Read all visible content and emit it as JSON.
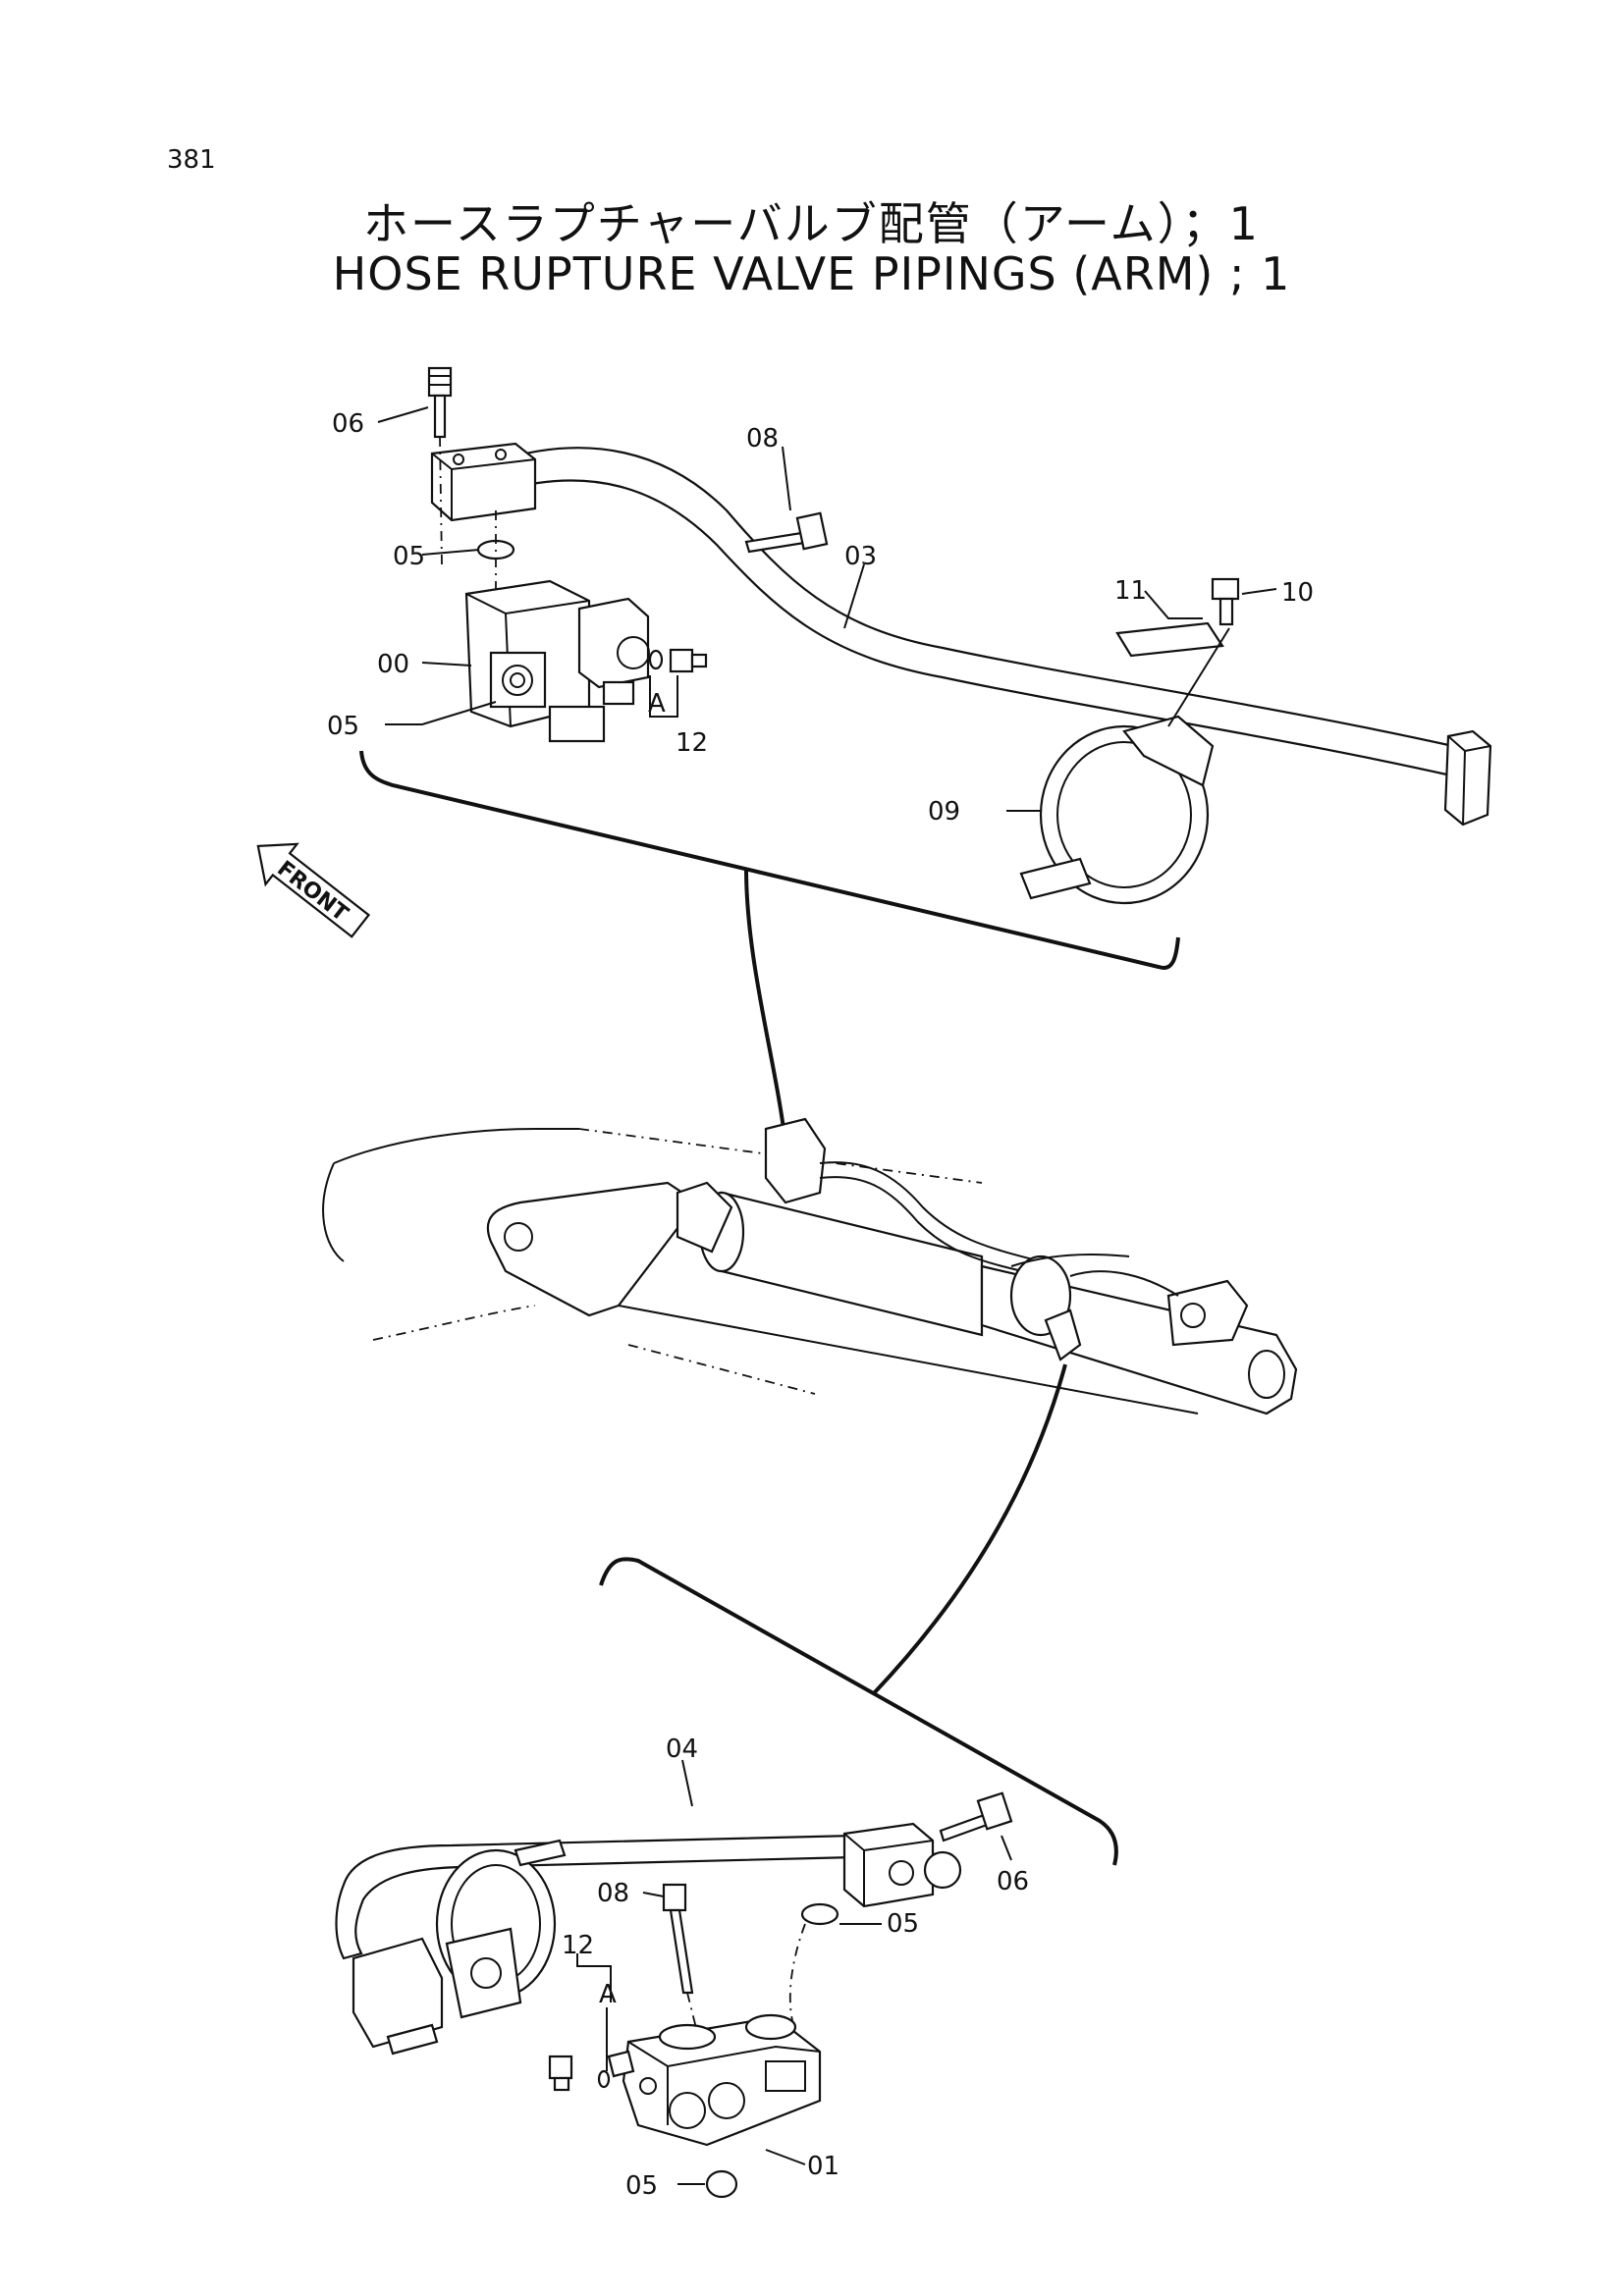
{
  "page_number": "381",
  "title_jp": "ホースラプチャーバルブ配管（アーム）；1",
  "title_en": "HOSE RUPTURE VALVE PIPINGS (ARM) ; 1",
  "front_label": "FRONT",
  "upper_callouts": {
    "c06": "06",
    "c08": "08",
    "c03": "03",
    "c05a": "05",
    "c00": "00",
    "c05b": "05",
    "c11": "11",
    "c10": "10",
    "cA": "A",
    "c12": "12",
    "c09": "09"
  },
  "lower_callouts": {
    "c04": "04",
    "c06": "06",
    "c08": "08",
    "c05a": "05",
    "c12": "12",
    "cA": "A",
    "c01": "01",
    "c05b": "05"
  }
}
